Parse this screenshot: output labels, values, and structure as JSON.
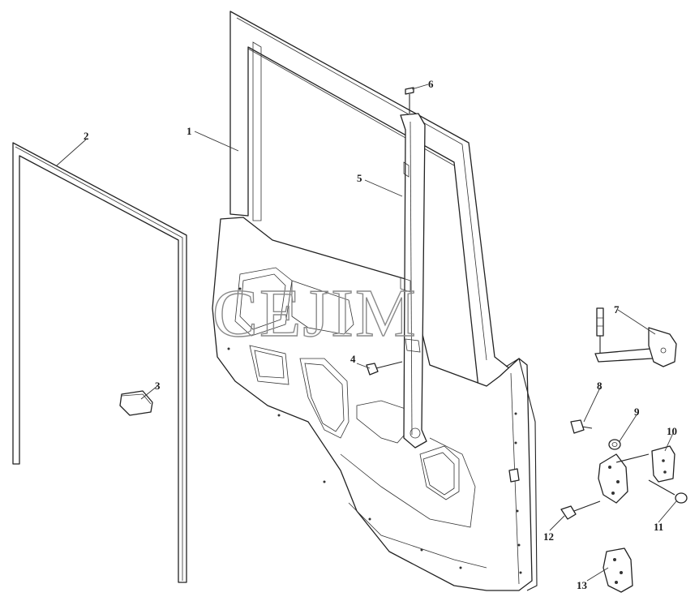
{
  "watermark": "CEJIM",
  "callouts": [
    {
      "id": "c1",
      "label": "1"
    },
    {
      "id": "c2",
      "label": "2"
    },
    {
      "id": "c3",
      "label": "3"
    },
    {
      "id": "c4",
      "label": "4"
    },
    {
      "id": "c5",
      "label": "5"
    },
    {
      "id": "c6",
      "label": "6"
    },
    {
      "id": "c7",
      "label": "7"
    },
    {
      "id": "c8",
      "label": "8"
    },
    {
      "id": "c9",
      "label": "9"
    },
    {
      "id": "c10",
      "label": "10"
    },
    {
      "id": "c11",
      "label": "11"
    },
    {
      "id": "c12",
      "label": "12"
    },
    {
      "id": "c13",
      "label": "13"
    }
  ]
}
